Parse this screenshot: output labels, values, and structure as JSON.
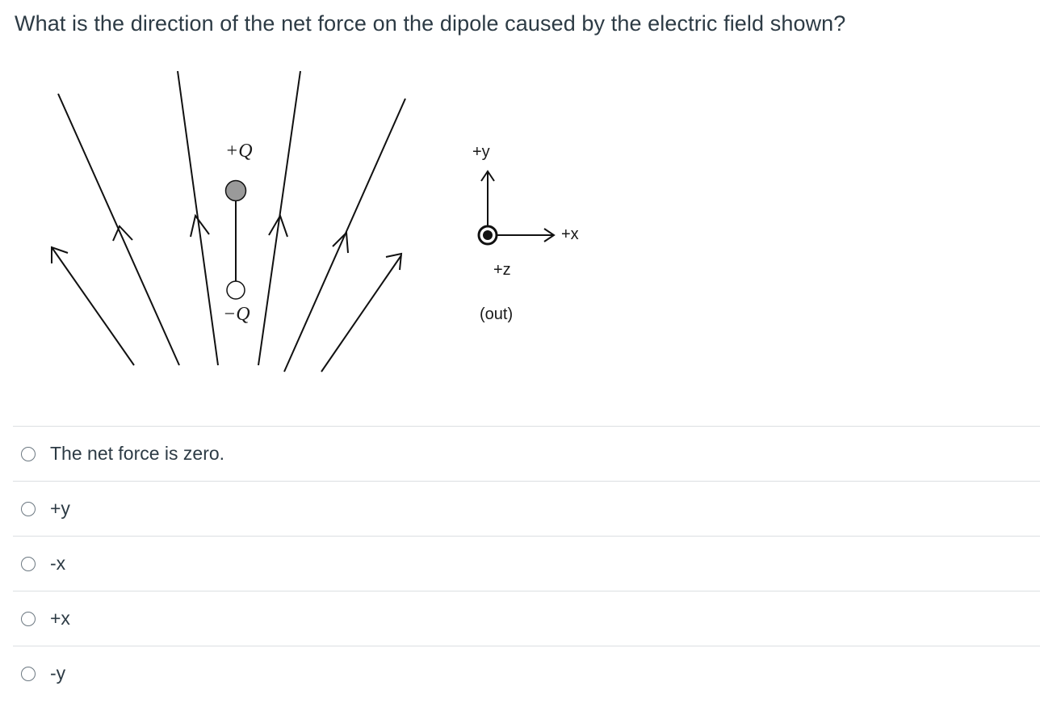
{
  "question": {
    "text": "What is the direction of the net force on the dipole caused by the electric field shown?"
  },
  "figure": {
    "charge_positive_label": "+Q",
    "charge_negative_label": "−Q",
    "axis_y_label": "+y",
    "axis_x_label": "+x",
    "axis_z_label": "+z",
    "axis_z_note": "(out)"
  },
  "answers": [
    {
      "label": "The net force is zero."
    },
    {
      "label": "+y"
    },
    {
      "label": "-x"
    },
    {
      "label": "+x"
    },
    {
      "label": "-y"
    }
  ]
}
